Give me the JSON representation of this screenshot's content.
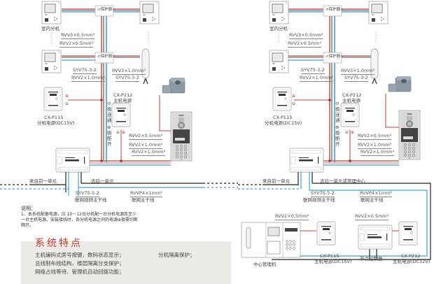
{
  "diagram": {
    "title": "Building video intercom bus wiring diagram",
    "left_unit": {
      "indoor_unit_label": "室内分机",
      "protector_label": "<保护器>",
      "wire_rvv3_05": "RVV3×0.5mm²",
      "wire_rvv2_05": "RVV2×0.5mm²",
      "wire_syv75_3_2": "SYV75-3-2",
      "wire_rvv3_10": "RVV3×1.0mm²",
      "wire_syv75_3_2b": "SYV75-3-2",
      "wire_rvv2_10": "RVV2×1.0mm²",
      "host_psu_model": "CX-P212",
      "host_psu_name": "主机电源",
      "sub_psu_model": "CX-P115",
      "sub_psu_name": "分机电源(DC15V)",
      "vertical_note_top": "⊖极连通",
      "vertical_note_bottom": "⊕极断开",
      "lock_wire": "RVV2×0.5mm²",
      "host_wire_1": "RVV2×1.0mm²",
      "host_wire_2": "RVV2×1.0mm²",
      "from_prev": "来自前一单元",
      "to_next": "去后一单元",
      "trunk_video": "SYV75-5-2",
      "trunk_video_name": "联网视频主干线",
      "trunk_bus": "RVVP4×1mm²",
      "trunk_bus_name": "联网主干线"
    },
    "right_unit": {
      "indoor_unit_label": "室内分机",
      "protector_label": "<保护器>",
      "wire_rvv3_05": "RVV3×0.5mm²",
      "wire_rvv2_05": "RVV2×0.5mm²",
      "wire_syv75_3_2": "SYV75-3-2",
      "wire_rvv3_10": "RVV3×1.0mm²",
      "wire_syv75_3_2b": "SYV75-3-2",
      "wire_rvv2_10": "RVV2×1.0mm²",
      "host_psu_model": "CX-P212",
      "host_psu_name": "主机电源",
      "sub_psu_model": "CX-P115",
      "sub_psu_name": "分机电源(DC15V)",
      "vertical_note_top": "⊖极连通",
      "vertical_note_bottom": "⊕极断开",
      "lock_wire": "RVV2×0.5mm²",
      "host_wire_1": "RVV2×1.0mm²",
      "host_wire_2": "RVV2×1.0mm²",
      "from_prev": "来自前一单元",
      "to_next": "去后一单元或管理中心",
      "trunk_video": "SYV75-5-2",
      "trunk_video_name": "联网视频主干线",
      "trunk_bus": "RVVP4×1mm²",
      "trunk_bus_name": "联网主干线"
    },
    "management": {
      "center_label": "中心管理机",
      "psu1_wire": "RVV2×0.5mm²",
      "psu1_model": "CX-P115",
      "psu1_name": "主机电源(DC15V)",
      "node_label": "节点控制器",
      "psu2_wire": "RVV2×0.5mm²",
      "psu2_model": "CX-P212",
      "psu2_name": "主机电源(DC12V)"
    },
    "colors": {
      "red_wire": "#c0413a",
      "blue_wire": "#3ea0d8",
      "black_wire": "#222222",
      "accent_title": "#c8372d",
      "panel_bg": "#ecece6"
    }
  },
  "notes": {
    "heading": "说明：",
    "text": "1、本系统配备电源，应 10－12台分机配一台分机电源及至少一台主机电源。安装接线时，各分机电源之间的电源⊕极需切断隔开。"
  },
  "features": {
    "title": "系统特点",
    "items": [
      "主机编码式房号按键，数码状态显示；",
      "总线制布线结构，楼层隔离分支保护；",
      "网络占线等待、管理机自动回拨功能；",
      "分机隔离保护；"
    ]
  }
}
